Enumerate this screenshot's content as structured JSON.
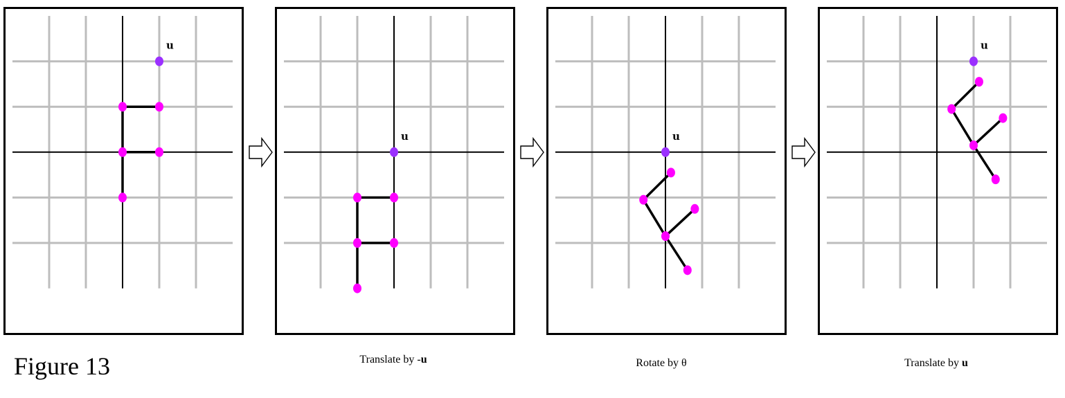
{
  "figure": {
    "title": "Figure 13"
  },
  "colors": {
    "point": "#ff00ff",
    "vector_u": "#9b30ff",
    "grid_line": "#bdbdbd",
    "axis": "#000000",
    "edge": "#000000"
  },
  "grid": {
    "x_range": [
      -3,
      3
    ],
    "y_range": [
      -3,
      3
    ]
  },
  "u": {
    "label": "u",
    "x": 1,
    "y": 2
  },
  "panels": [
    {
      "id": "original",
      "caption_prefix": "",
      "caption_suffix": "",
      "u_shown": true,
      "points": [
        [
          0,
          1
        ],
        [
          1,
          1
        ],
        [
          0,
          0
        ],
        [
          1,
          0
        ],
        [
          0,
          -1
        ]
      ],
      "edges": [
        [
          0,
          1
        ],
        [
          0,
          2
        ],
        [
          2,
          3
        ],
        [
          2,
          4
        ]
      ]
    },
    {
      "id": "translate-neg-u",
      "caption_prefix": "Translate by -",
      "caption_suffix": "u",
      "u_shown": true,
      "points": [
        [
          -1,
          -1
        ],
        [
          0,
          -1
        ],
        [
          -1,
          -2
        ],
        [
          0,
          -2
        ],
        [
          -1,
          -3
        ]
      ],
      "edges": [
        [
          0,
          1
        ],
        [
          0,
          2
        ],
        [
          2,
          3
        ],
        [
          2,
          4
        ]
      ]
    },
    {
      "id": "rotate",
      "caption_prefix": "Rotate by θ",
      "caption_suffix": "",
      "u_shown": true,
      "points": [
        [
          0.15,
          -0.45
        ],
        [
          -0.6,
          -1.05
        ],
        [
          0.8,
          -1.25
        ],
        [
          0,
          -1.85
        ],
        [
          0.6,
          -2.6
        ]
      ],
      "edges": [
        [
          0,
          1
        ],
        [
          1,
          3
        ],
        [
          2,
          3
        ],
        [
          3,
          4
        ]
      ]
    },
    {
      "id": "translate-u",
      "caption_prefix": "Translate by ",
      "caption_suffix": "u",
      "u_shown": true,
      "points": [
        [
          1.15,
          1.55
        ],
        [
          0.4,
          0.95
        ],
        [
          1.8,
          0.75
        ],
        [
          1,
          0.15
        ],
        [
          1.6,
          -0.6
        ]
      ],
      "edges": [
        [
          0,
          1
        ],
        [
          1,
          3
        ],
        [
          2,
          3
        ],
        [
          3,
          4
        ]
      ]
    }
  ]
}
